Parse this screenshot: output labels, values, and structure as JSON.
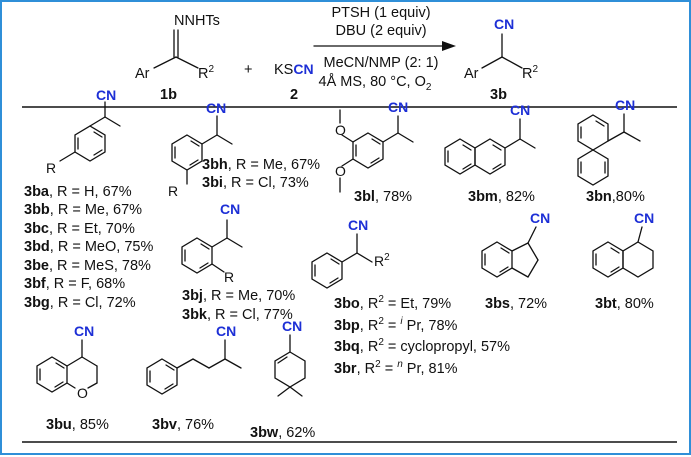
{
  "scheme": {
    "reactant_b": {
      "group": "NNHTs",
      "aryl": "Ar",
      "r": "R",
      "r_sup": "2",
      "label": "1b"
    },
    "plus": "+",
    "reagent": {
      "ks": "KS",
      "cn": "CN",
      "label": "2"
    },
    "conditions": {
      "above_1": "PTSH (1 equiv)",
      "above_2": "DBU (2 equiv)",
      "below_1": "MeCN/NMP (2: 1)",
      "below_2": "4Å MS, 80 °C, O",
      "below_2_sub": "2"
    },
    "product": {
      "group": "CN",
      "aryl": "Ar",
      "r": "R",
      "r_sup": "2",
      "label": "3b"
    }
  },
  "atoms": {
    "cn": "CN",
    "R": "R",
    "O": "O"
  },
  "compounds": {
    "ba": {
      "id": "3ba",
      "text": ", R = H,  67%"
    },
    "bb": {
      "id": "3bb",
      "text": ", R = Me, 67%"
    },
    "bc": {
      "id": "3bc",
      "text": ", R = Et, 70%"
    },
    "bd": {
      "id": "3bd",
      "text": ", R = MeO, 75%"
    },
    "be": {
      "id": "3be",
      "text": ", R = MeS, 78%"
    },
    "bf": {
      "id": "3bf",
      "text": ", R = F, 68%"
    },
    "bg": {
      "id": "3bg",
      "text": ", R = Cl, 72%"
    },
    "bh": {
      "id": "3bh",
      "text": ", R = Me, 67%"
    },
    "bi": {
      "id": "3bi",
      "text": ", R = Cl, 73%"
    },
    "bj": {
      "id": "3bj",
      "text": ", R = Me, 70%"
    },
    "bk": {
      "id": "3bk",
      "text": ", R = Cl, 77%"
    },
    "bl": {
      "id": "3bl",
      "text": ", 78%"
    },
    "bm": {
      "id": "3bm",
      "text": ", 82%"
    },
    "bn": {
      "id": "3bn",
      "text": ",80%"
    },
    "bo": {
      "id": "3bo",
      "pre": ", R",
      "sup": "2",
      "text": " = Et, 79%"
    },
    "bp": {
      "id": "3bp",
      "pre": ", R",
      "sup": "2",
      "mid": " = ",
      "sup2": "i",
      "text": " Pr, 78%"
    },
    "bq": {
      "id": "3bq",
      "pre": ", R",
      "sup": "2",
      "text": " = cyclopropyl, 57%"
    },
    "br": {
      "id": "3br",
      "pre": ", R",
      "sup": "2",
      "mid": " = ",
      "sup2": "n",
      "text": " Pr, 81%"
    },
    "bs": {
      "id": "3bs",
      "text": ", 72%"
    },
    "bt": {
      "id": "3bt",
      "text": ", 80%"
    },
    "bu": {
      "id": "3bu",
      "text": ", 85%"
    },
    "bv": {
      "id": "3bv",
      "text": ", 76%"
    },
    "bw": {
      "id": "3bw",
      "text": ", 62%"
    }
  },
  "colors": {
    "frame": "#2f8fd8",
    "cn": "#1d2fd6",
    "ink": "#111111"
  }
}
